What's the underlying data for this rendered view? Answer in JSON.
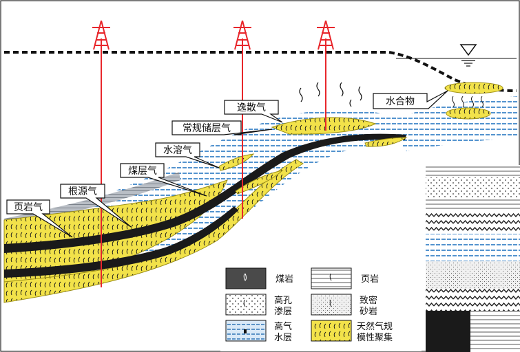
{
  "callouts": {
    "escape_gas": "逸散气",
    "conventional_reservoir_gas": "常规储层气",
    "water_soluble_gas": "水溶气",
    "coalbed_gas": "煤层气",
    "source_rock_gas": "根源气",
    "shale_gas": "页岩气",
    "hydrate": "水合物"
  },
  "legend": {
    "coal": "煤岩",
    "shale": "页岩",
    "high_porosity_1": "高孔",
    "high_porosity_2": "渗层",
    "tight_sand_1": "致密",
    "tight_sand_2": "砂岩",
    "gas_water_1": "高气",
    "gas_water_2": "水层",
    "gas_accum_1": "天然气规",
    "gas_accum_2": "模性聚集"
  },
  "colors": {
    "gas_yellow": "#f2e24a",
    "water_blue": "#5aa0d8",
    "coal_black": "#1a1a1a",
    "well_red": "#e8262b",
    "shale_gray": "#9aa0a8"
  },
  "icons": {
    "well_derrick": "oil-derrick-icon",
    "water_level": "water-level-triangle-icon"
  }
}
